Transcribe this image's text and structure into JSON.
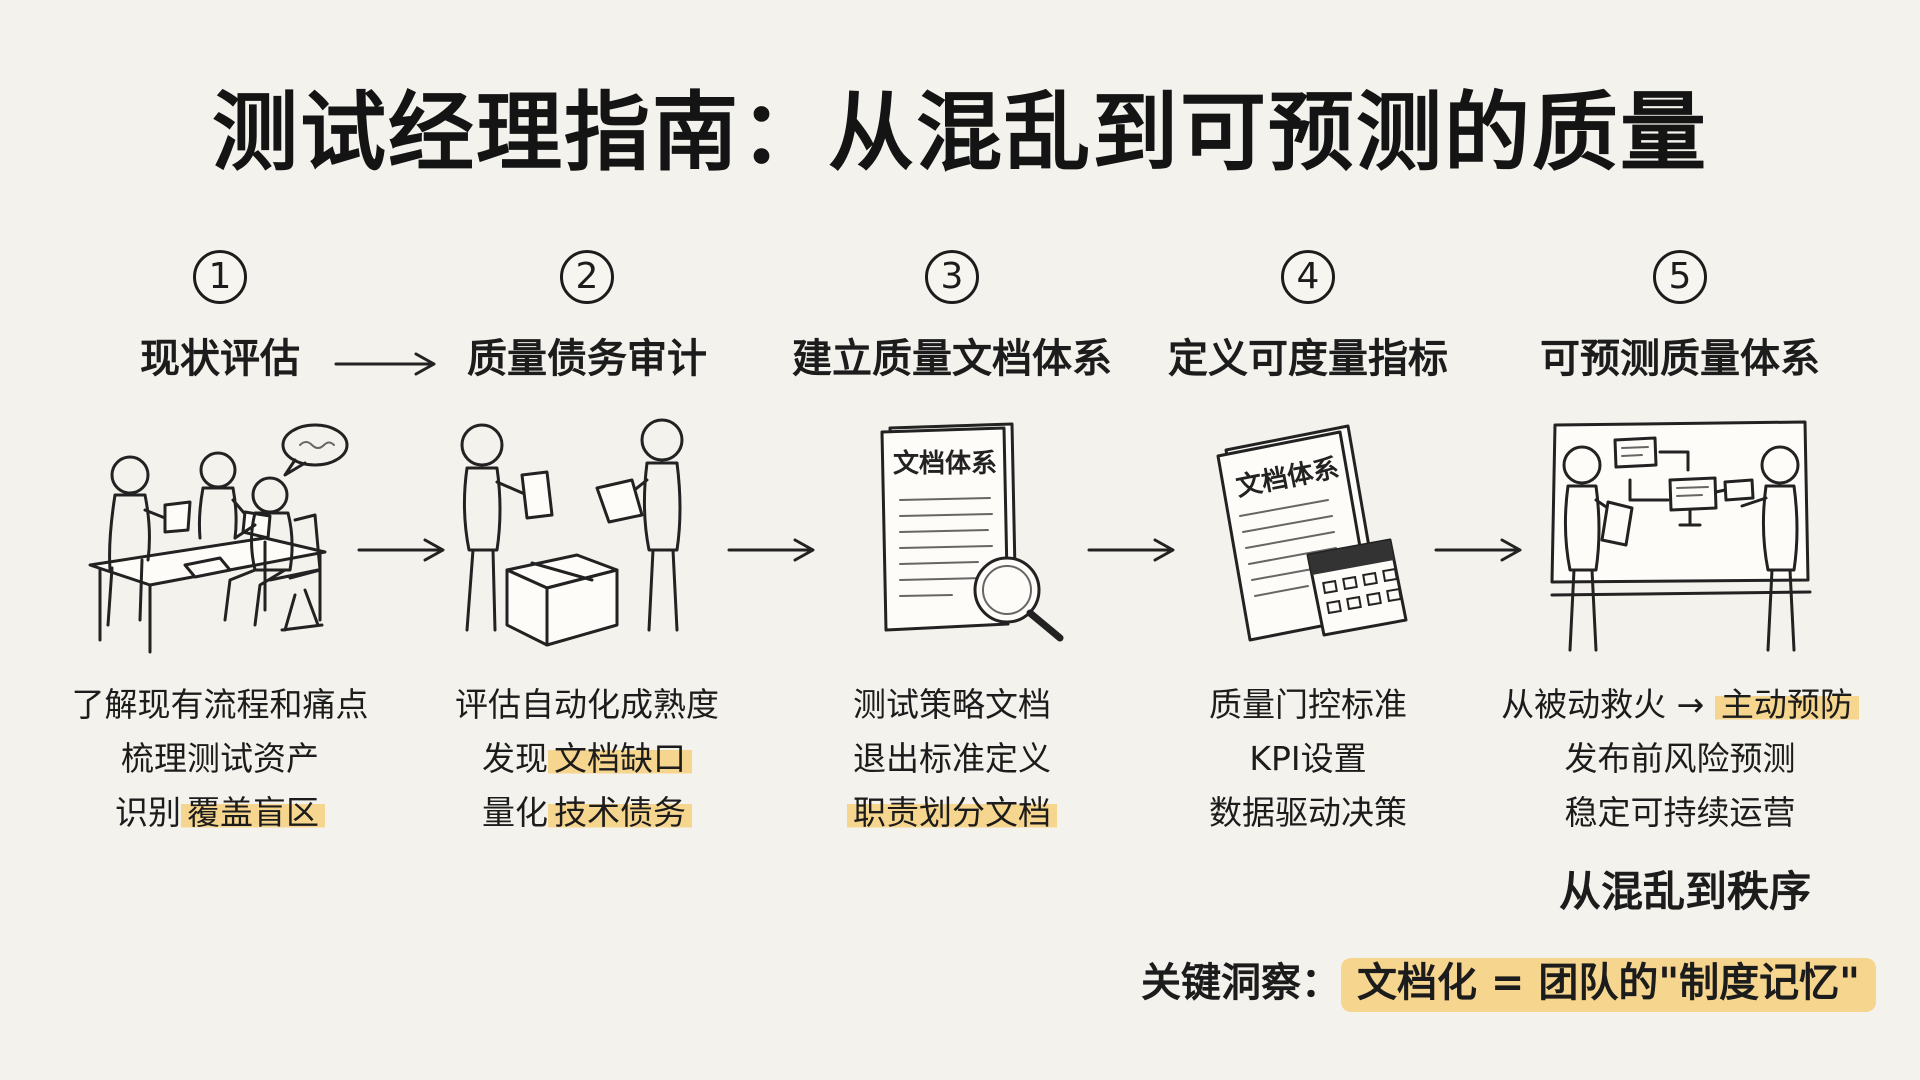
{
  "title": "测试经理指南：从混乱到可预测的质量",
  "stages": [
    {
      "number": "1",
      "title": "现状评估",
      "bullets": [
        {
          "pre": "了解现有流程和痛点",
          "hl": "",
          "post": ""
        },
        {
          "pre": "梳理测试资产",
          "hl": "",
          "post": ""
        },
        {
          "pre": "识别",
          "hl": "覆盖盲区",
          "post": ""
        }
      ]
    },
    {
      "number": "2",
      "title": "质量债务审计",
      "bullets": [
        {
          "pre": "评估自动化成熟度",
          "hl": "",
          "post": ""
        },
        {
          "pre": "发现",
          "hl": "文档缺口",
          "post": ""
        },
        {
          "pre": "量化",
          "hl": "技术债务",
          "post": ""
        }
      ]
    },
    {
      "number": "3",
      "title": "建立质量文档体系",
      "illustration_text": "文档体系",
      "bullets": [
        {
          "pre": "测试策略文档",
          "hl": "",
          "post": ""
        },
        {
          "pre": "退出标准定义",
          "hl": "",
          "post": ""
        },
        {
          "pre": "",
          "hl": "职责划分文档",
          "post": ""
        }
      ]
    },
    {
      "number": "4",
      "title": "定义可度量指标",
      "illustration_text": "文档体系",
      "bullets": [
        {
          "pre": "质量门控标准",
          "hl": "",
          "post": ""
        },
        {
          "pre": "KPI设置",
          "hl": "",
          "post": ""
        },
        {
          "pre": "数据驱动决策",
          "hl": "",
          "post": ""
        }
      ]
    },
    {
      "number": "5",
      "title": "可预测质量体系",
      "bullets": [
        {
          "pre": "从被动救火 → ",
          "hl": "主动预防",
          "post": ""
        },
        {
          "pre": "发布前风险预测",
          "hl": "",
          "post": ""
        },
        {
          "pre": "稳定可持续运营",
          "hl": "",
          "post": ""
        }
      ]
    }
  ],
  "conclusion": "从混乱到秩序",
  "insight": {
    "label": "关键洞察：",
    "highlight": "文档化 = 团队的\"制度记忆\""
  },
  "colors": {
    "background": "#f4f2ec",
    "highlight": "#f6d68f",
    "ink": "#1c1c1c"
  }
}
